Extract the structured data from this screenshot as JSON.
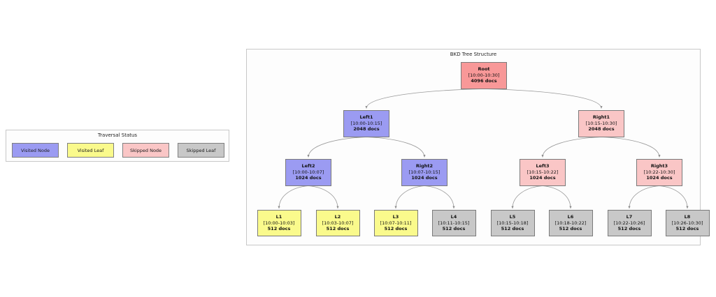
{
  "legend": {
    "title": "Traversal Status",
    "items": [
      {
        "label": "Visited Node",
        "color": "#9b9bf2",
        "status": "visited-node"
      },
      {
        "label": "Visited Leaf",
        "color": "#fafa8c",
        "status": "visited-leaf"
      },
      {
        "label": "Skipped Node",
        "color": "#fac6c6",
        "status": "skipped-node"
      },
      {
        "label": "Skipped Leaf",
        "color": "#c8c8c8",
        "status": "skipped-leaf"
      }
    ]
  },
  "tree": {
    "title": "BKD Tree Structure",
    "nodes": [
      {
        "id": "root",
        "label": "Root",
        "range": "[10:00-10:30]",
        "docs": "4096 docs",
        "fill": "#f89898",
        "status": "root"
      },
      {
        "id": "left1",
        "label": "Left1",
        "range": "[10:00-10:15]",
        "docs": "2048 docs",
        "fill": "#9b9bf2",
        "status": "visited-node"
      },
      {
        "id": "right1",
        "label": "Right1",
        "range": "[10:15-10:30]",
        "docs": "2048 docs",
        "fill": "#fac6c6",
        "status": "skipped-node"
      },
      {
        "id": "left2",
        "label": "Left2",
        "range": "[10:00-10:07]",
        "docs": "1024 docs",
        "fill": "#9b9bf2",
        "status": "visited-node"
      },
      {
        "id": "right2",
        "label": "Right2",
        "range": "[10:07-10:15]",
        "docs": "1024 docs",
        "fill": "#9b9bf2",
        "status": "visited-node"
      },
      {
        "id": "left3",
        "label": "Left3",
        "range": "[10:15-10:22]",
        "docs": "1024 docs",
        "fill": "#fac6c6",
        "status": "skipped-node"
      },
      {
        "id": "right3",
        "label": "Right3",
        "range": "[10:22-10:30]",
        "docs": "1024 docs",
        "fill": "#fac6c6",
        "status": "skipped-node"
      },
      {
        "id": "l1",
        "label": "L1",
        "range": "[10:00-10:03]",
        "docs": "512 docs",
        "fill": "#fafa8c",
        "status": "visited-leaf"
      },
      {
        "id": "l2",
        "label": "L2",
        "range": "[10:03-10:07]",
        "docs": "512 docs",
        "fill": "#fafa8c",
        "status": "visited-leaf"
      },
      {
        "id": "l3",
        "label": "L3",
        "range": "[10:07-10:11]",
        "docs": "512 docs",
        "fill": "#fafa8c",
        "status": "visited-leaf"
      },
      {
        "id": "l4",
        "label": "L4",
        "range": "[10:11-10:15]",
        "docs": "512 docs",
        "fill": "#c8c8c8",
        "status": "skipped-leaf"
      },
      {
        "id": "l5",
        "label": "L5",
        "range": "[10:15-10:18]",
        "docs": "512 docs",
        "fill": "#c8c8c8",
        "status": "skipped-leaf"
      },
      {
        "id": "l6",
        "label": "L6",
        "range": "[10:18-10:22]",
        "docs": "512 docs",
        "fill": "#c8c8c8",
        "status": "skipped-leaf"
      },
      {
        "id": "l7",
        "label": "L7",
        "range": "[10:22-10:26]",
        "docs": "512 docs",
        "fill": "#c8c8c8",
        "status": "skipped-leaf"
      },
      {
        "id": "l8",
        "label": "L8",
        "range": "[10:26-10:30]",
        "docs": "512 docs",
        "fill": "#c8c8c8",
        "status": "skipped-leaf"
      }
    ],
    "edges": [
      [
        "root",
        "left1"
      ],
      [
        "root",
        "right1"
      ],
      [
        "left1",
        "left2"
      ],
      [
        "left1",
        "right2"
      ],
      [
        "right1",
        "left3"
      ],
      [
        "right1",
        "right3"
      ],
      [
        "left2",
        "l1"
      ],
      [
        "left2",
        "l2"
      ],
      [
        "right2",
        "l3"
      ],
      [
        "right2",
        "l4"
      ],
      [
        "left3",
        "l5"
      ],
      [
        "left3",
        "l6"
      ],
      [
        "right3",
        "l7"
      ],
      [
        "right3",
        "l8"
      ]
    ]
  }
}
